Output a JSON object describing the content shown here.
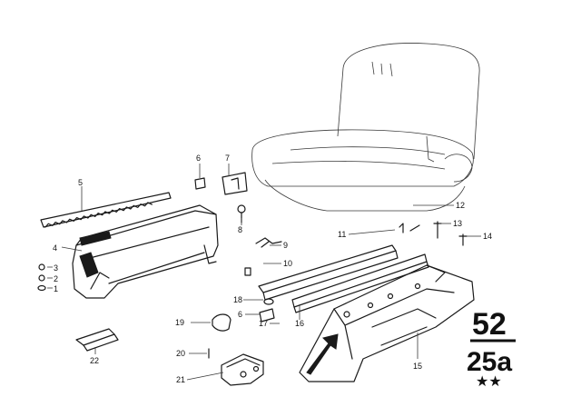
{
  "diagram": {
    "callouts": [
      {
        "id": "1",
        "label": "1"
      },
      {
        "id": "2",
        "label": "2"
      },
      {
        "id": "3",
        "label": "3"
      },
      {
        "id": "4",
        "label": "4"
      },
      {
        "id": "5",
        "label": "5"
      },
      {
        "id": "6a",
        "label": "6"
      },
      {
        "id": "6b",
        "label": "6"
      },
      {
        "id": "7",
        "label": "7"
      },
      {
        "id": "8",
        "label": "8"
      },
      {
        "id": "9",
        "label": "9"
      },
      {
        "id": "10",
        "label": "10"
      },
      {
        "id": "11",
        "label": "11"
      },
      {
        "id": "12",
        "label": "12"
      },
      {
        "id": "13",
        "label": "13"
      },
      {
        "id": "14",
        "label": "14"
      },
      {
        "id": "15",
        "label": "15"
      },
      {
        "id": "16",
        "label": "16"
      },
      {
        "id": "17",
        "label": "17"
      },
      {
        "id": "18",
        "label": "18"
      },
      {
        "id": "19",
        "label": "19"
      },
      {
        "id": "20",
        "label": "20"
      },
      {
        "id": "21",
        "label": "21"
      },
      {
        "id": "22",
        "label": "22"
      }
    ],
    "group_code": "52",
    "sub_code": "25a",
    "stars": "★★"
  }
}
